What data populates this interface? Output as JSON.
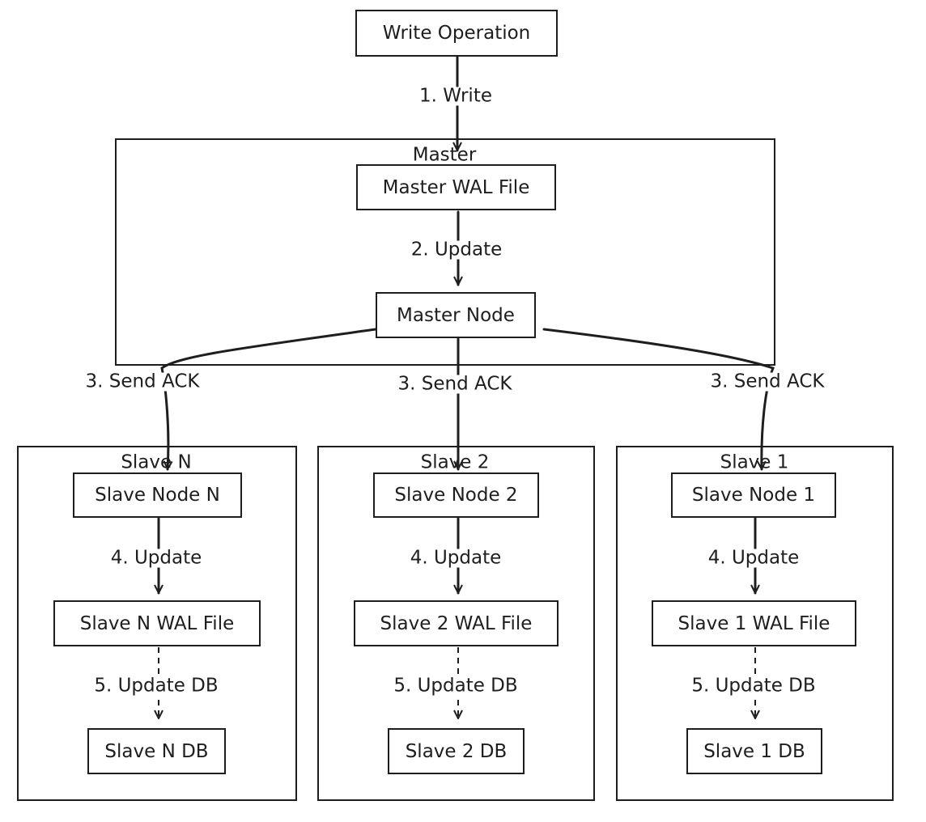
{
  "nodes": {
    "write_operation": "Write Operation",
    "master_wal_file": "Master WAL File",
    "master_node": "Master Node",
    "slave_node_n": "Slave Node N",
    "slave_n_wal_file": "Slave N WAL File",
    "slave_n_db": "Slave N DB",
    "slave_node_2": "Slave Node 2",
    "slave_2_wal_file": "Slave 2 WAL File",
    "slave_2_db": "Slave 2 DB",
    "slave_node_1": "Slave Node 1",
    "slave_1_wal_file": "Slave 1 WAL File",
    "slave_1_db": "Slave 1 DB"
  },
  "groups": {
    "master": "Master",
    "slave_n": "Slave N",
    "slave_2": "Slave 2",
    "slave_1": "Slave 1"
  },
  "edges": {
    "write": "1. Write",
    "update_master": "2. Update",
    "send_ack_n": "3. Send ACK",
    "send_ack_2": "3. Send ACK",
    "send_ack_1": "3. Send ACK",
    "update_n": "4. Update",
    "update_2": "4. Update",
    "update_1": "4. Update",
    "update_db_n": "5. Update DB",
    "update_db_2": "5. Update DB",
    "update_db_1": "5. Update DB"
  }
}
